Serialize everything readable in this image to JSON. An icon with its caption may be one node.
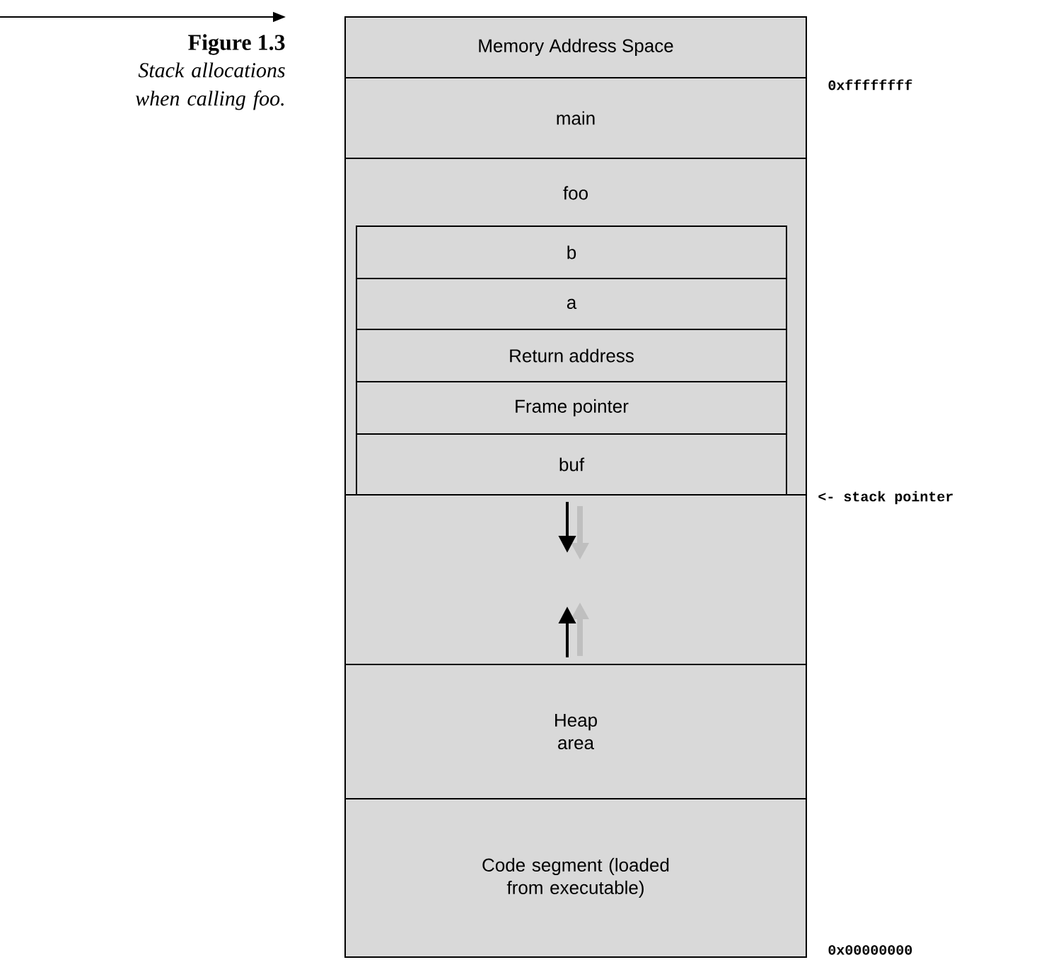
{
  "diagram": {
    "title": "Figure 1.3",
    "caption": "Stack allocations when calling foo.",
    "nodes": [
      {
        "text": [
          "Memory Address Space"
        ]
      },
      {
        "text": [
          "main"
        ]
      },
      {
        "text": [
          "foo"
        ]
      },
      {
        "text": [
          "b"
        ],
        "in": 2
      },
      {
        "text": [
          "a"
        ],
        "in": 2
      },
      {
        "text": [
          "Return address"
        ],
        "in": 2
      },
      {
        "text": [
          "Frame pointer"
        ],
        "in": 2
      },
      {
        "text": [
          "buf"
        ],
        "in": 2
      },
      {
        "text": [],
        "shape": "box"
      },
      {
        "text": [
          "Heap area"
        ]
      },
      {
        "text": [
          "Code segment (loaded from executable)"
        ]
      }
    ],
    "edges": [],
    "labels": [
      "0xffffffff",
      "<- stack pointer",
      "0x00000000"
    ]
  }
}
